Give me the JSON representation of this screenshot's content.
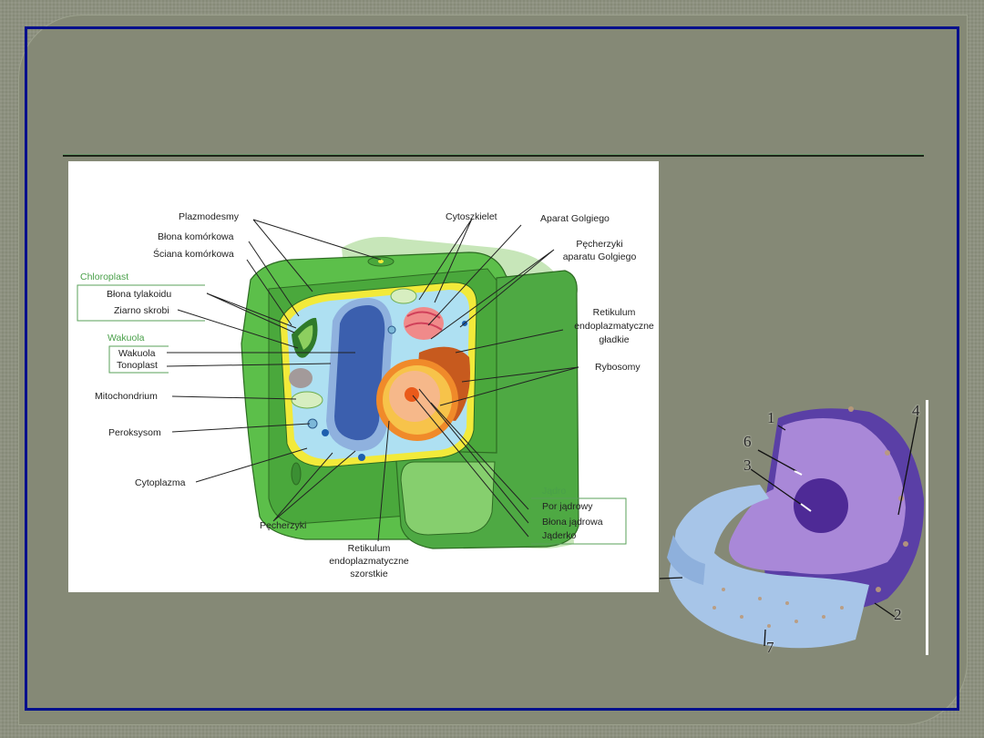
{
  "slide": {
    "title": "",
    "colors": {
      "background": "#868a78",
      "frame": "#000f8c",
      "rule": "#1d2418"
    }
  },
  "plant_cell_diagram": {
    "labels_left": {
      "plazmodesmy": "Plazmodesmy",
      "blona_komorkowa": "Błona komórkowa",
      "sciana_komorkowa": "Ściana komórkowa",
      "chloroplast_group": "Chloroplast",
      "blona_tylakoidu": "Błona tylakoidu",
      "ziarno_skrobi": "Ziarno skrobi",
      "wakuola_group": "Wakuola",
      "wakuola": "Wakuola",
      "tonoplast": "Tonoplast",
      "mitochondrium": "Mitochondrium",
      "peroksysom": "Peroksysom",
      "cytoplazma": "Cytoplazma"
    },
    "labels_right": {
      "cytoszkielet": "Cytoszkielet",
      "aparat_golgiego": "Aparat Golgiego",
      "pecherzyki_golgi_1": "Pęcherzyki",
      "pecherzyki_golgi_2": "aparatu Golgiego",
      "retikulum_gladkie_1": "Retikulum",
      "retikulum_gladkie_2": "endoplazmatyczne",
      "retikulum_gladkie_3": "gładkie",
      "rybosomy": "Rybosomy",
      "jadro_group": "Jądro",
      "por_jadrowy": "Por jądrowy",
      "blona_jadrowa": "Błona jądrowa",
      "jaderko": "Jąderko"
    },
    "labels_bottom": {
      "pecherzyki": "Pęcherzyki",
      "retikulum_szorstkie_1": "Retikulum",
      "retikulum_szorstkie_2": "endoplazmatyczne",
      "retikulum_szorstkie_3": "szorstkie"
    }
  },
  "nucleus_diagram": {
    "numbers": [
      "1",
      "2",
      "3",
      "4",
      "6",
      "7"
    ]
  }
}
